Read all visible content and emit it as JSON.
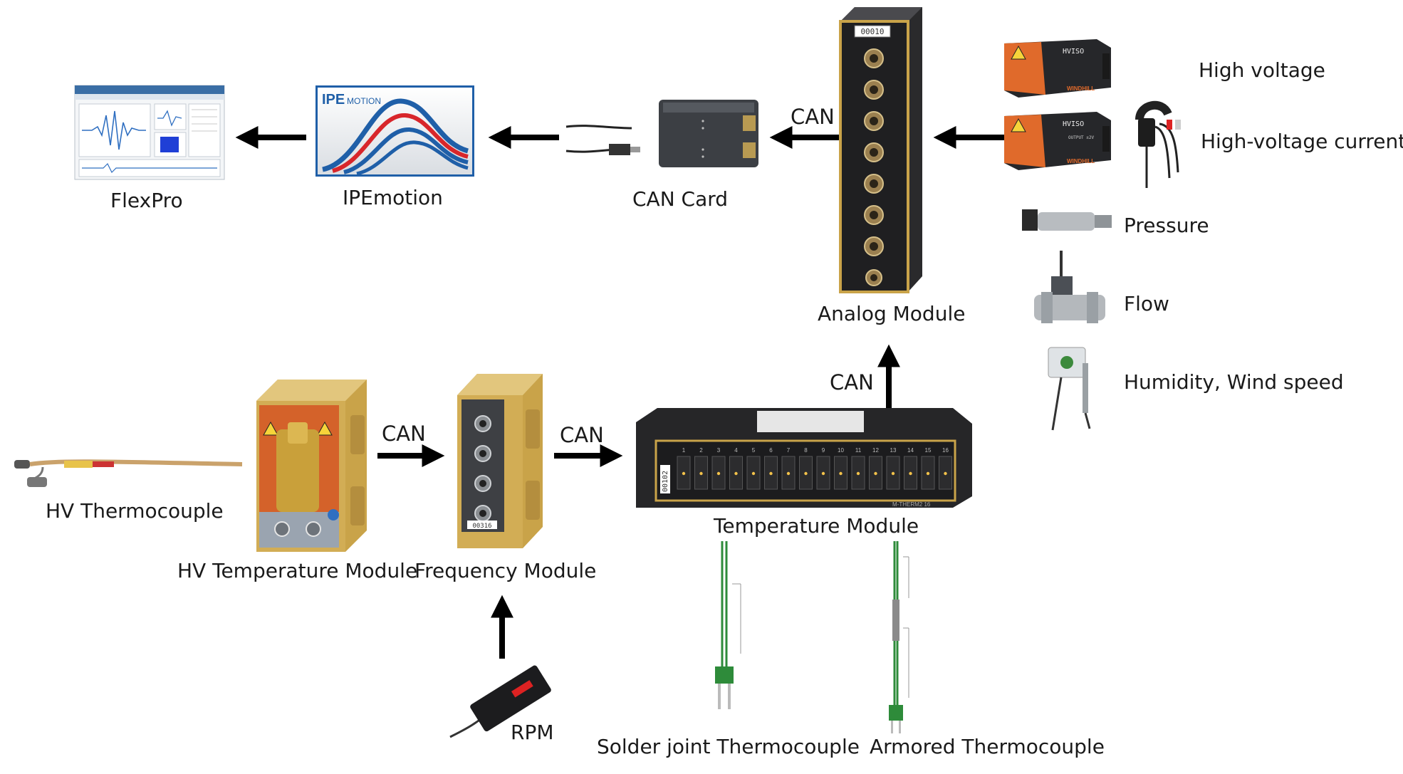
{
  "nodes": {
    "flexpro": "FlexPro",
    "ipemotion": "IPEmotion",
    "ipemotion_logo_prefix": "IPE",
    "ipemotion_logo_suffix": "MOTION",
    "can_card": "CAN Card",
    "analog_module": "Analog Module",
    "analog_module_id": "00010",
    "temperature_module": "Temperature Module",
    "temperature_module_id": "00102",
    "temperature_module_model": "M-THERM2 16",
    "temperature_channels": [
      "1",
      "2",
      "3",
      "4",
      "5",
      "6",
      "7",
      "8",
      "9",
      "10",
      "11",
      "12",
      "13",
      "14",
      "15",
      "16"
    ],
    "frequency_module": "Frequency Module",
    "frequency_module_id": "00316",
    "hv_temperature_module": "HV Temperature Module",
    "hv_thermocouple": "HV Thermocouple",
    "rpm": "RPM",
    "solder_joint_thermocouple": "Solder joint Thermocouple",
    "armored_thermocouple": "Armored Thermocouple"
  },
  "sensors": {
    "high_voltage": "High voltage",
    "high_voltage_current": "High-voltage current",
    "pressure": "Pressure",
    "flow": "Flow",
    "humidity_wind": "Humidity, Wind speed",
    "hviso_label": "HVISO",
    "hviso_brand": "WINDHILL",
    "hviso_output": "OUTPUT ±2V"
  },
  "connections": {
    "can_analog_to_card": "CAN",
    "can_temp_to_analog": "CAN",
    "can_hv_to_freq": "CAN",
    "can_freq_to_temp": "CAN"
  },
  "colors": {
    "arrow": "#000000",
    "gold": "#c9a349",
    "orange": "#d4622a",
    "thermo_green": "#2e8b3a",
    "ipe_blue": "#1f5fa8",
    "ipe_red": "#d8262b"
  }
}
